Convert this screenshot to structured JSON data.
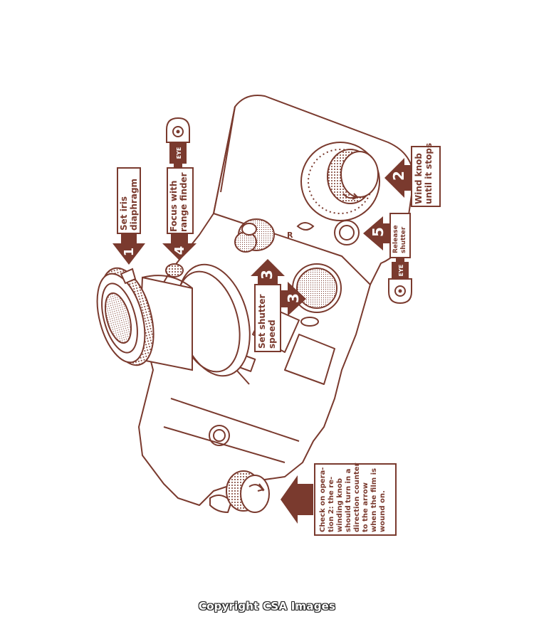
{
  "colors": {
    "ink": "#7a3a2e",
    "paper": "#ffffff"
  },
  "steps": {
    "s1": {
      "num": "1",
      "text": [
        "Set iris",
        "diaphragm"
      ]
    },
    "s2": {
      "num": "2",
      "text": [
        "Wind knob",
        "until it stops"
      ]
    },
    "s3": {
      "num": "3",
      "text": [
        "Set shutter",
        "speed"
      ]
    },
    "s4": {
      "num": "4",
      "text": [
        "Focus with",
        "range finder"
      ]
    },
    "s5": {
      "num": "5",
      "text": [
        "Release",
        "shutter"
      ]
    }
  },
  "eye_badge": "EYE",
  "check_note": [
    "Check on opera-",
    "tion 2: the re-",
    "winding knob",
    "should turn in a",
    "direction counter",
    "to the arrow",
    "when the film is",
    "wound on."
  ],
  "body_mark": "R",
  "copyright": "Copyright CSA Images"
}
